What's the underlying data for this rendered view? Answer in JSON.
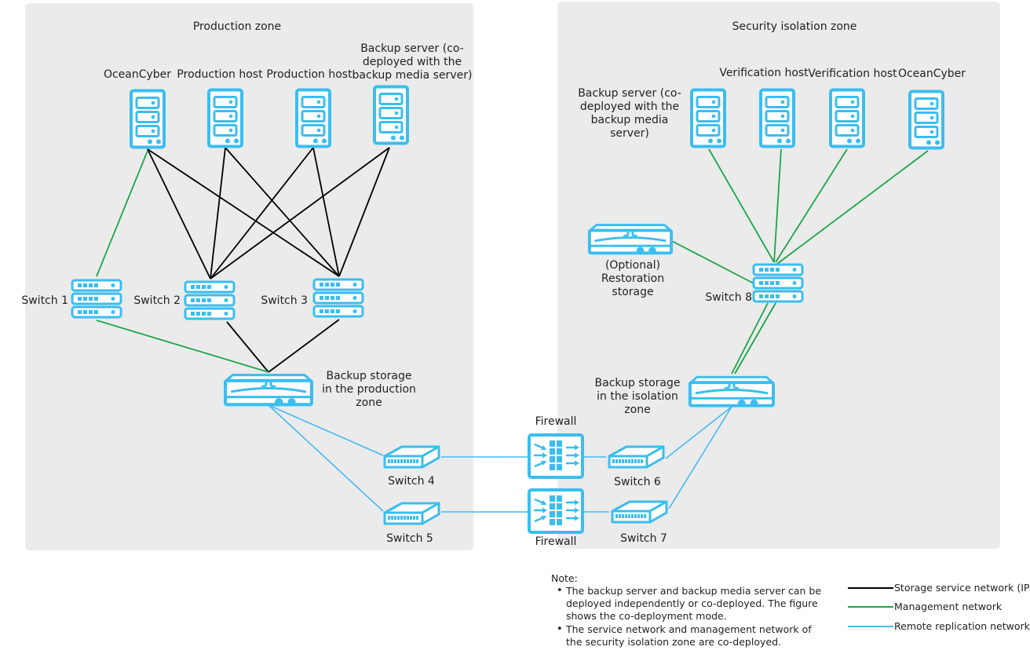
{
  "zones": {
    "production": "Production zone",
    "isolation": "Security isolation zone"
  },
  "nodes": {
    "oceancyber_prod": "OceanCyber",
    "prod_host_1": "Production host",
    "prod_host_2": "Production host",
    "backup_server_prod": "Backup server (co-deployed with the backup media server)",
    "backup_server_iso": "Backup server (co-deployed with the backup media server)",
    "verif_host_1": "Verification host",
    "verif_host_2": "Verification host",
    "oceancyber_iso": "OceanCyber",
    "restoration_storage": "(Optional) Restoration storage",
    "switch_1": "Switch 1",
    "switch_2": "Switch 2",
    "switch_3": "Switch 3",
    "switch_4": "Switch 4",
    "switch_5": "Switch 5",
    "switch_6": "Switch 6",
    "switch_7": "Switch 7",
    "switch_8": "Switch 8",
    "backup_storage_prod": "Backup storage in the production zone",
    "backup_storage_iso": "Backup storage in the isolation zone",
    "firewall_1": "Firewall",
    "firewall_2": "Firewall"
  },
  "note": {
    "title": "Note:",
    "items": [
      "The backup server and backup media server can be deployed independently or co-deployed. The figure shows the co-deployment mode.",
      "The service network and management network of the security isolation zone are co-deployed."
    ]
  },
  "legend": [
    {
      "label": "Storage service network (IP)",
      "color": "#000000"
    },
    {
      "label": "Management network",
      "color": "#1aa64a"
    },
    {
      "label": "Remote replication network",
      "color": "#45b9f2"
    }
  ],
  "colors": {
    "device": "#3bbdf0",
    "zone_bg": "#ebebeb"
  }
}
